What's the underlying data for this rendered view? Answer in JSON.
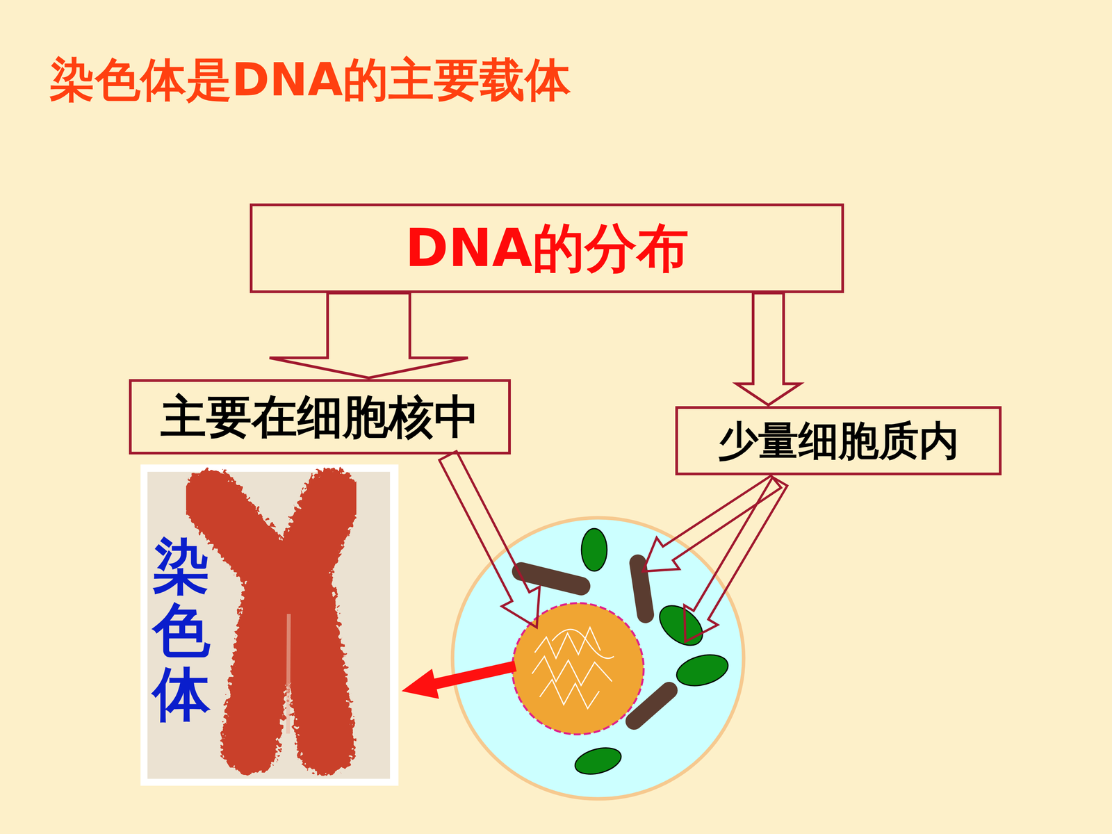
{
  "diagram": {
    "title": "染色体是DNA的主要载体",
    "nodes": [
      {
        "text": [
          "DNA的分布"
        ]
      },
      {
        "text": [
          "主要在细胞核中"
        ]
      },
      {
        "text": [
          "少量细胞质内"
        ]
      }
    ],
    "edges": [
      {
        "from": 0,
        "to": 1,
        "arrow": "to"
      },
      {
        "from": 0,
        "to": 2,
        "arrow": "to"
      }
    ],
    "labels": [
      "染色体"
    ]
  }
}
